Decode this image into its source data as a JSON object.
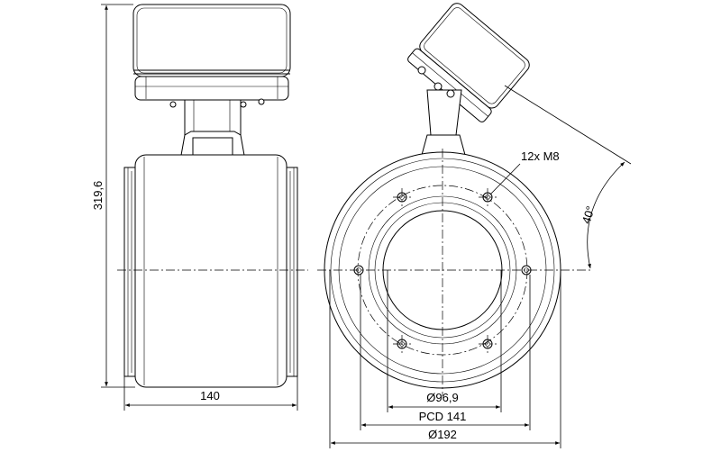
{
  "dimensions": {
    "height": "319,6",
    "length": "140",
    "bore_diameter": "Ø96,9",
    "pitch_circle": "PCD 141",
    "outer_diameter": "Ø192",
    "bolts": "12x M8",
    "head_angle": "40°"
  }
}
